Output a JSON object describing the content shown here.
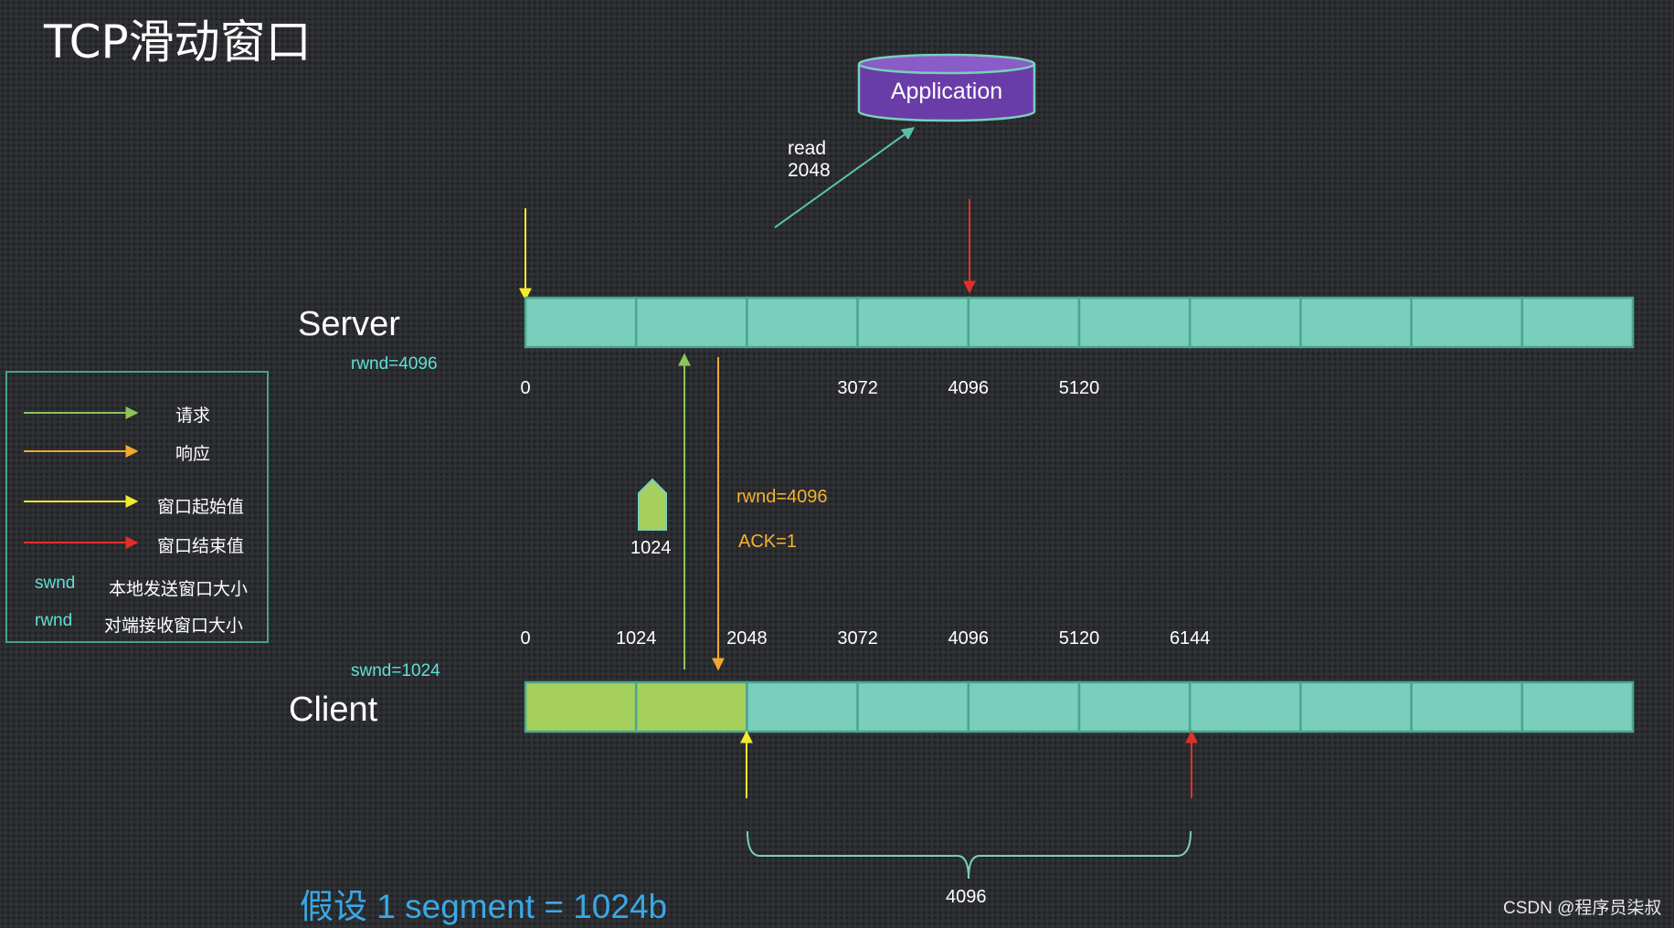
{
  "title": "TCP滑动窗口",
  "application": {
    "label": "Application"
  },
  "read_annotation": {
    "line1": "read",
    "line2": "2048"
  },
  "server": {
    "label": "Server",
    "rwnd": "rwnd=4096",
    "ticks": [
      {
        "label": "0",
        "pos": 0
      },
      {
        "label": "3072",
        "pos": 3
      },
      {
        "label": "4096",
        "pos": 4
      },
      {
        "label": "5120",
        "pos": 5
      }
    ],
    "segments": 10,
    "window_start_segment": 0,
    "window_end_segment": 4
  },
  "client": {
    "label": "Client",
    "swnd": "swnd=1024",
    "ticks": [
      {
        "label": "0",
        "pos": 0
      },
      {
        "label": "1024",
        "pos": 1
      },
      {
        "label": "2048",
        "pos": 2
      },
      {
        "label": "3072",
        "pos": 3
      },
      {
        "label": "4096",
        "pos": 4
      },
      {
        "label": "5120",
        "pos": 5
      },
      {
        "label": "6144",
        "pos": 6
      }
    ],
    "segments": 10,
    "sent_segments": 2,
    "window_start_segment": 2,
    "window_end_segment": 6,
    "window_size_label": "4096"
  },
  "packet": {
    "label": "1024"
  },
  "response": {
    "rwnd": "rwnd=4096",
    "ack": "ACK=1"
  },
  "legend": {
    "request": "请求",
    "response": "响应",
    "window_start": "窗口起始值",
    "window_end": "窗口结束值",
    "swnd_abbr": "swnd",
    "swnd_desc": "本地发送窗口大小",
    "rwnd_abbr": "rwnd",
    "rwnd_desc": "对端接收窗口大小"
  },
  "note": "假设 1 segment = 1024b",
  "watermark": "CSDN @程序员柒叔",
  "colors": {
    "segment_fill": "#79cfbb",
    "segment_border": "#4aa590",
    "sent_fill": "#a6d05e",
    "request_arrow": "#8cc45a",
    "response_arrow": "#f0a830",
    "window_start_arrow": "#f2ea2a",
    "window_end_arrow": "#e0302a",
    "read_arrow": "#58c0a8",
    "application_fill": "#6a3ca8",
    "application_border": "#79cfbb"
  }
}
